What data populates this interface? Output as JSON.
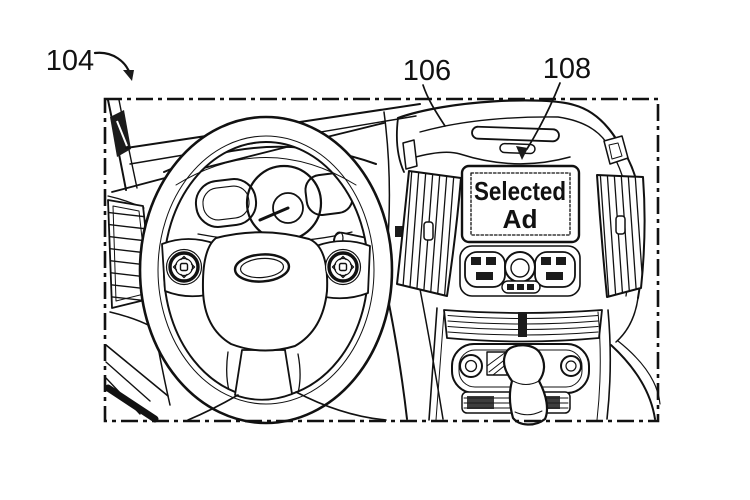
{
  "figure": {
    "background_color": "#ffffff",
    "ink_color": "#111111",
    "labels": {
      "interior_ref": "104",
      "dashboard_ref": "106",
      "display_ref": "108"
    },
    "display": {
      "screen_line1": "Selected",
      "screen_line2": "Ad"
    }
  }
}
